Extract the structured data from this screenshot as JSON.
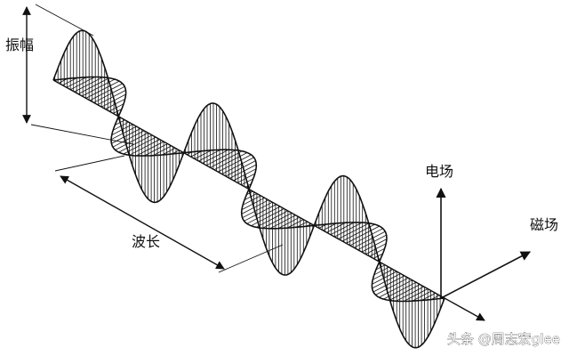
{
  "labels": {
    "amplitude": "振幅",
    "wavelength": "波长",
    "electric_field": "电场",
    "magnetic_field": "磁场"
  },
  "watermark": "头条 @周志宏glee",
  "colors": {
    "ink": "#111111",
    "background": "#ffffff"
  }
}
